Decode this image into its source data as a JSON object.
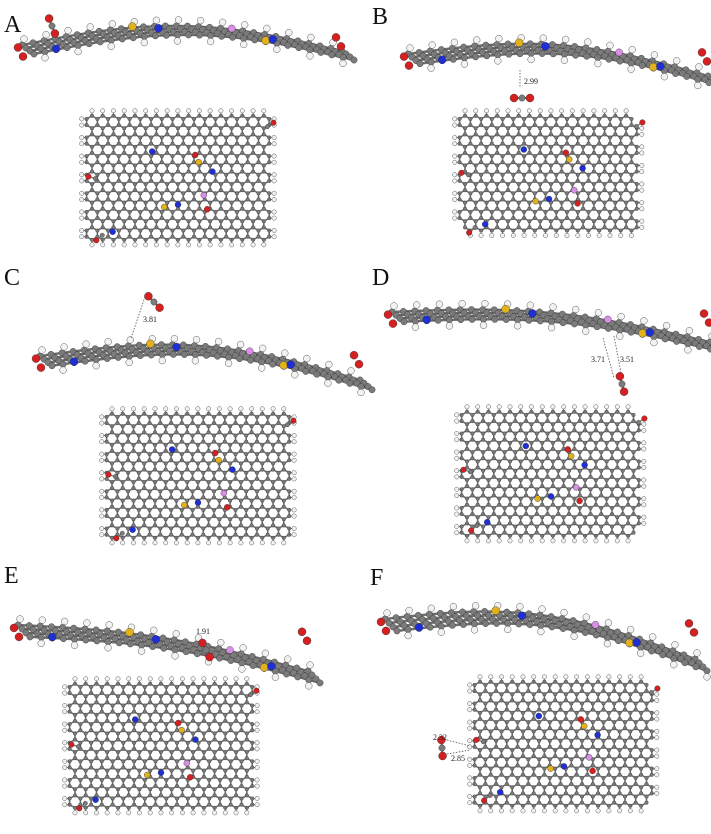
{
  "figure": {
    "panels": [
      {
        "label": "A",
        "distances": []
      },
      {
        "label": "B",
        "distances": [
          "2.99"
        ]
      },
      {
        "label": "C",
        "distances": [
          "3.81"
        ]
      },
      {
        "label": "D",
        "distances": [
          "3.71",
          "3.51"
        ]
      },
      {
        "label": "E",
        "distances": [
          "1.91"
        ]
      },
      {
        "label": "F",
        "distances": [
          "2.32",
          "2.85"
        ]
      }
    ]
  },
  "colors": {
    "carbon": "#7b7b7b",
    "hydrogen": "#f2f2f2",
    "nitrogen": "#1f2fd6",
    "sulfur": "#e3b21a",
    "oxygen": "#d42020",
    "phosphorus": "#d98ee8",
    "bond": "#6e6e6e"
  }
}
